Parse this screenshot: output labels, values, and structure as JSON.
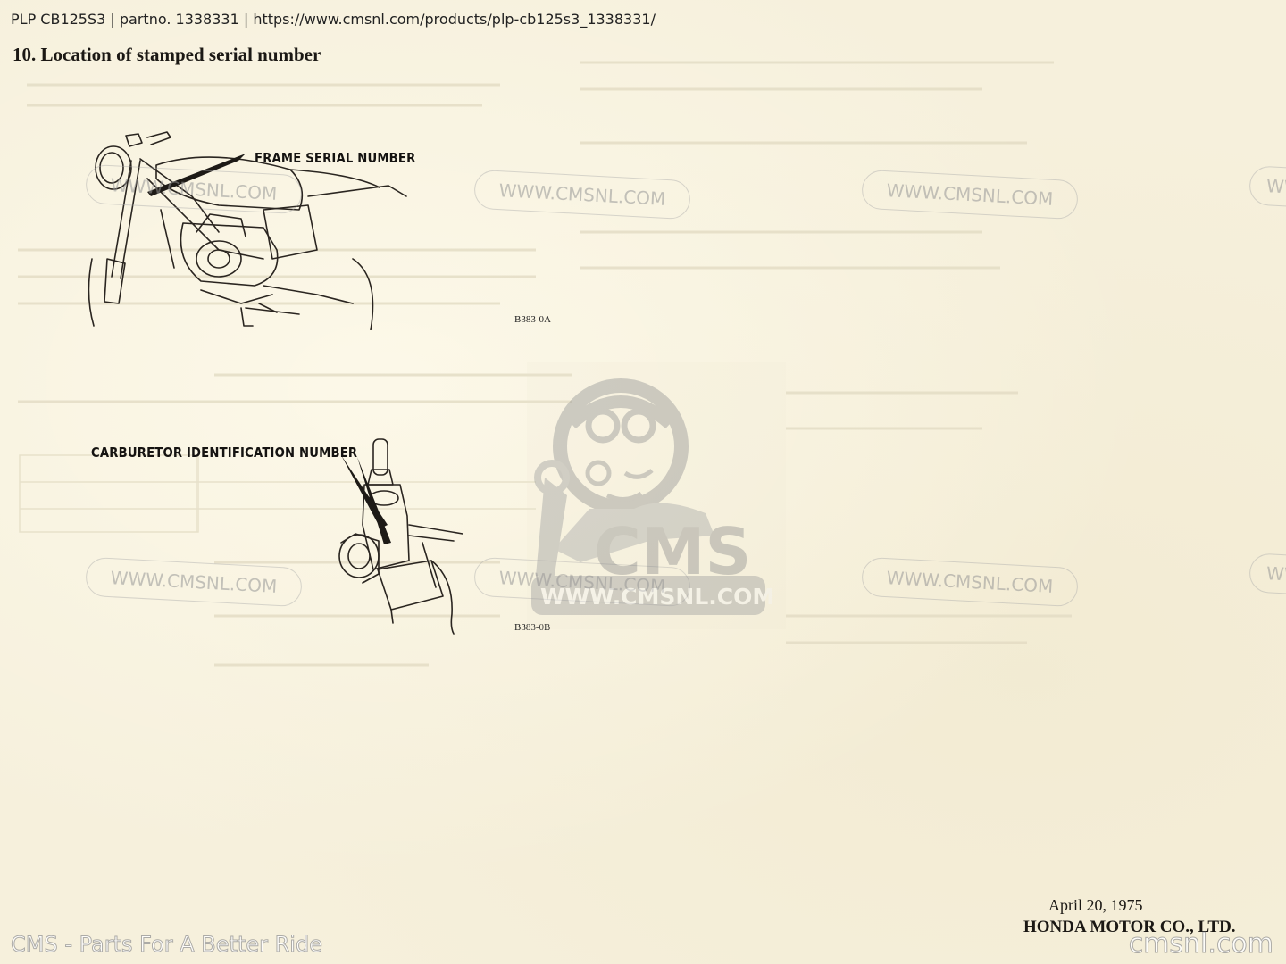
{
  "header": {
    "text": "PLP CB125S3 | partno. 1338331  | https://www.cmsnl.com/products/plp-cb125s3_1338331/"
  },
  "document": {
    "section_title": "10. Location of stamped serial number",
    "figure_a": {
      "callout": "FRAME SERIAL NUMBER",
      "code": "B383-0A"
    },
    "figure_b": {
      "callout": "CARBURETOR IDENTIFICATION NUMBER",
      "code": "B383-0B"
    },
    "date": "April 20, 1975",
    "company": "HONDA MOTOR CO., LTD."
  },
  "watermarks": {
    "text": "WWW.CMSNL.COM",
    "logo_text": "CMS",
    "logo_url": "WWW.CMSNL.COM"
  },
  "footer": {
    "left": "CMS - Parts For A Better Ride",
    "right": "cmsnl.com"
  },
  "colors": {
    "paper": "#f6f0dc",
    "ink": "#1b1814",
    "watermark": "#9a9a9a"
  }
}
